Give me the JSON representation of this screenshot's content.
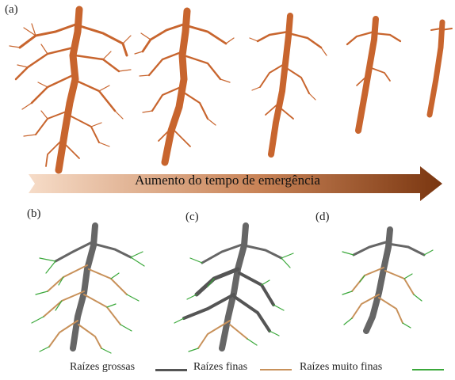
{
  "panels": {
    "a": "(a)",
    "b": "(b)",
    "c": "(c)",
    "d": "(d)"
  },
  "arrow": {
    "label": "Aumento do tempo de emergência"
  },
  "legend": {
    "coarse": "Raízes grossas",
    "fine": "Raízes finas",
    "very_fine": "Raízes muito finas"
  },
  "colors": {
    "root_orange": "#c8652e",
    "coarse": "#555555",
    "fine": "#c8915a",
    "very_fine": "#3aa83a",
    "arrow_start": "#f6dcc8",
    "arrow_end": "#7a3610"
  }
}
